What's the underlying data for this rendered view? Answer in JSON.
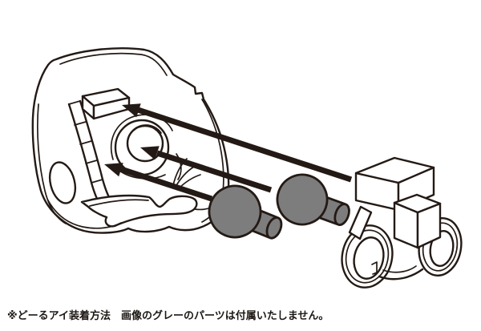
{
  "caption": {
    "text": "※どーるアイ装着方法　画像のグレーのパーツは付属いたしません。"
  },
  "colors": {
    "line": "#241a15",
    "part_gray": "#7d7d7d",
    "background": "#ffffff"
  },
  "diagram": {
    "parts": [
      "doll-head-back-shell",
      "head-mounting-block",
      "eye-socket",
      "gray-eye-part-left",
      "gray-eye-part-right",
      "eye-frame-part"
    ],
    "arrow_count": 3
  }
}
